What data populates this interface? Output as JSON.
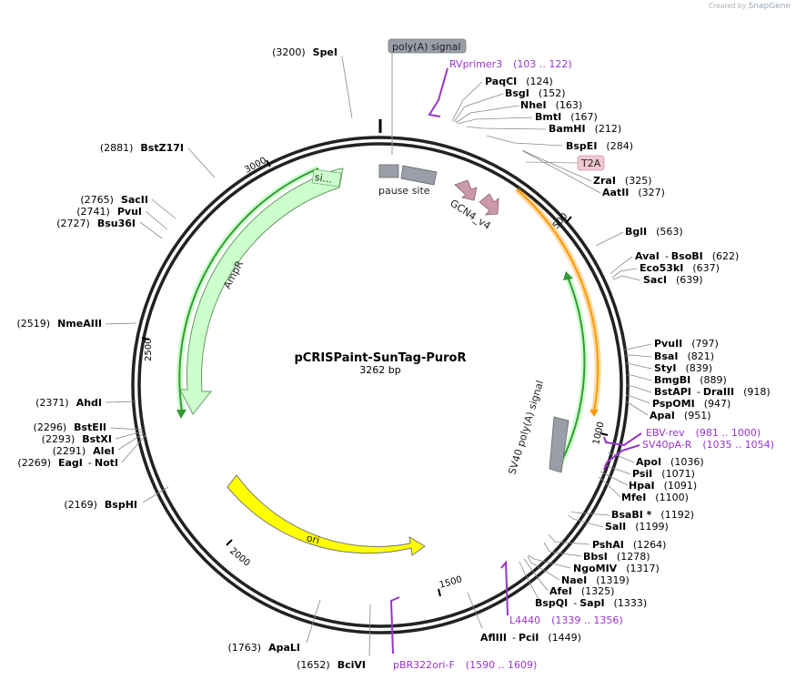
{
  "credit": {
    "prefix": "Created by",
    "brand": "SnapGene"
  },
  "plasmid": {
    "name": "pCRISPaint-SunTag-PuroR",
    "size_label": "3262 bp"
  },
  "ticks": [
    "500",
    "1000",
    "1500",
    "2000",
    "2500",
    "3000"
  ],
  "features": {
    "ampr": "AmpR",
    "ori": "ori",
    "gcn4": "GCN4_v4",
    "sv40pa": "SV40 poly(A) signal",
    "pause": "pause site",
    "polya": "poly(A) signal",
    "t2a": "T2A",
    "si": "si..."
  },
  "enzymes": {
    "spei": {
      "pos": "(3200)",
      "name": "SpeI"
    },
    "paqci": {
      "name": "PaqCI",
      "pos": "(124)"
    },
    "bsgi": {
      "name": "BsgI",
      "pos": "(152)"
    },
    "nhei": {
      "name": "NheI",
      "pos": "(163)"
    },
    "bmti": {
      "name": "BmtI",
      "pos": "(167)"
    },
    "bamhi": {
      "name": "BamHI",
      "pos": "(212)"
    },
    "bspei": {
      "name": "BspEI",
      "pos": "(284)"
    },
    "zrai": {
      "name": "ZraI",
      "pos": "(325)"
    },
    "aatii": {
      "name": "AatII",
      "pos": "(327)"
    },
    "bgli": {
      "name": "BglI",
      "pos": "(563)"
    },
    "avai": {
      "name": "AvaI",
      "sep": "-",
      "name2": "BsoBI",
      "pos": "(622)"
    },
    "eco53ki": {
      "name": "Eco53kI",
      "pos": "(637)"
    },
    "saci": {
      "name": "SacI",
      "pos": "(639)"
    },
    "pvuii": {
      "name": "PvuII",
      "pos": "(797)"
    },
    "bsai": {
      "name": "BsaI",
      "pos": "(821)"
    },
    "styi": {
      "name": "StyI",
      "pos": "(839)"
    },
    "bmgbi": {
      "name": "BmgBI",
      "pos": "(889)"
    },
    "bstapi": {
      "name": "BstAPI",
      "sep": "-",
      "name2": "DraIII",
      "pos": "(918)"
    },
    "pspomi": {
      "name": "PspOMI",
      "pos": "(947)"
    },
    "apai": {
      "name": "ApaI",
      "pos": "(951)"
    },
    "apoi": {
      "name": "ApoI",
      "pos": "(1036)"
    },
    "psii": {
      "name": "PsiI",
      "pos": "(1071)"
    },
    "hpai": {
      "name": "HpaI",
      "pos": "(1091)"
    },
    "mfei": {
      "name": "MfeI",
      "pos": "(1100)"
    },
    "bsabi": {
      "name": "BsaBI *",
      "pos": "(1192)"
    },
    "sali": {
      "name": "SalI",
      "pos": "(1199)"
    },
    "pshai": {
      "name": "PshAI",
      "pos": "(1264)"
    },
    "bbsi": {
      "name": "BbsI",
      "pos": "(1278)"
    },
    "ngomiv": {
      "name": "NgoMIV",
      "pos": "(1317)"
    },
    "naei": {
      "name": "NaeI",
      "pos": "(1319)"
    },
    "afei": {
      "name": "AfeI",
      "pos": "(1325)"
    },
    "bspqi": {
      "name": "BspQI",
      "sep": "-",
      "name2": "SapI",
      "pos": "(1333)"
    },
    "afliii": {
      "name": "AflIII",
      "sep": "-",
      "name2": "PciI",
      "pos": "(1449)"
    },
    "bcivi": {
      "pos": "(1652)",
      "name": "BciVI"
    },
    "apali": {
      "pos": "(1763)",
      "name": "ApaLI"
    },
    "bsphi": {
      "pos": "(2169)",
      "name": "BspHI"
    },
    "eagi": {
      "pos": "(2269)",
      "name": "EagI",
      "sep": "-",
      "name2": "NotI"
    },
    "alei": {
      "pos": "(2291)",
      "name": "AleI"
    },
    "bstxi": {
      "pos": "(2293)",
      "name": "BstXI"
    },
    "bsteii": {
      "pos": "(2296)",
      "name": "BstEII"
    },
    "ahdi": {
      "pos": "(2371)",
      "name": "AhdI"
    },
    "nmeaiii": {
      "pos": "(2519)",
      "name": "NmeAIII"
    },
    "bsu36i": {
      "pos": "(2727)",
      "name": "Bsu36I"
    },
    "pvui": {
      "pos": "(2741)",
      "name": "PvuI"
    },
    "sacii": {
      "pos": "(2765)",
      "name": "SacII"
    },
    "bstz17i": {
      "pos": "(2881)",
      "name": "BstZ17I"
    }
  },
  "primers": {
    "rvprimer3": {
      "name": "RVprimer3",
      "range": "(103 .. 122)"
    },
    "ebvrev": {
      "name": "EBV-rev",
      "range": "(981 .. 1000)"
    },
    "sv40par": {
      "name": "SV40pA-R",
      "range": "(1035 .. 1054)"
    },
    "l4440": {
      "name": "L4440",
      "range": "(1339 .. 1356)"
    },
    "pbr322": {
      "name": "pBR322ori-F",
      "range": "(1590 .. 1609)"
    }
  },
  "colors": {
    "ampr_fill": "#ccffcc",
    "ori_fill": "#ffff00",
    "gcn4_fill": "#cc99aa",
    "gray_feature": "#999ea8",
    "orange_line": "#ff9900",
    "green_line": "#339933",
    "primer": "#9933cc",
    "t2a_fill": "#f0c8d2"
  }
}
